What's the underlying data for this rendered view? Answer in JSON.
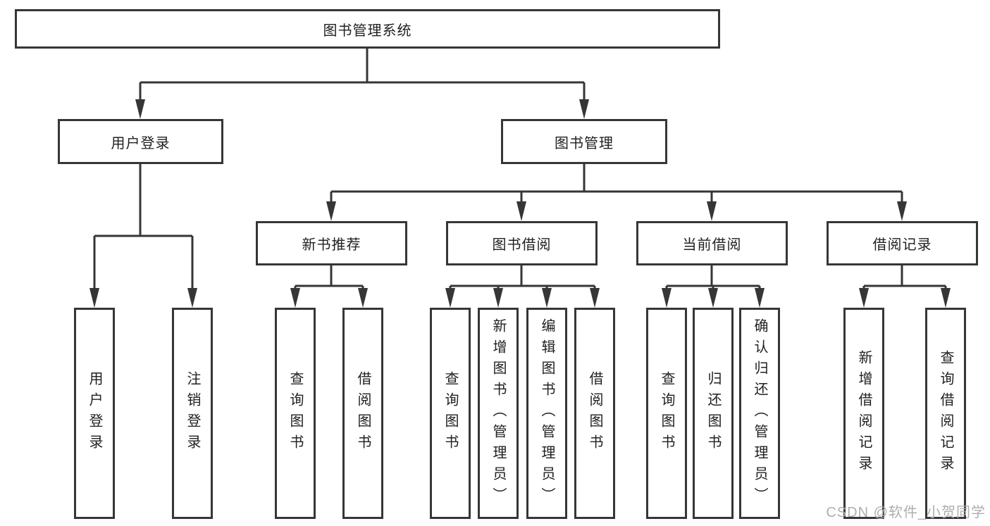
{
  "colors": {
    "line": "#363636",
    "text": "#212121",
    "watermark": "#aeaeae",
    "canvas": "#ffffff"
  },
  "watermark": {
    "text": "CSDN @软件_小贺同学"
  },
  "nodes": {
    "root": {
      "label": "图书管理系统"
    },
    "user_login": {
      "label": "用户登录"
    },
    "book_mgmt": {
      "label": "图书管理"
    },
    "new_book_rec": {
      "label": "新书推荐"
    },
    "book_borrow": {
      "label": "图书借阅"
    },
    "current_borrow": {
      "label": "当前借阅"
    },
    "borrow_records": {
      "label": "借阅记录"
    },
    "leaves": {
      "user_login": {
        "label": "用户登录"
      },
      "logout": {
        "label": "注销登录"
      },
      "query_books_rec": {
        "label": "查询图书"
      },
      "borrow_books_rec": {
        "label": "借阅图书"
      },
      "query_books_borrow": {
        "label": "查询图书"
      },
      "add_books_admin": {
        "label": "新增图书（管理员）"
      },
      "edit_books_admin": {
        "label": "编辑图书（管理员）"
      },
      "borrow_books_borrow": {
        "label": "借阅图书"
      },
      "query_books_current": {
        "label": "查询图书"
      },
      "return_books": {
        "label": "归还图书"
      },
      "confirm_return_admin": {
        "label": "确认归还（管理员）"
      },
      "add_borrow_record": {
        "label": "新增借阅记录"
      },
      "query_borrow_record": {
        "label": "查询借阅记录"
      }
    }
  }
}
